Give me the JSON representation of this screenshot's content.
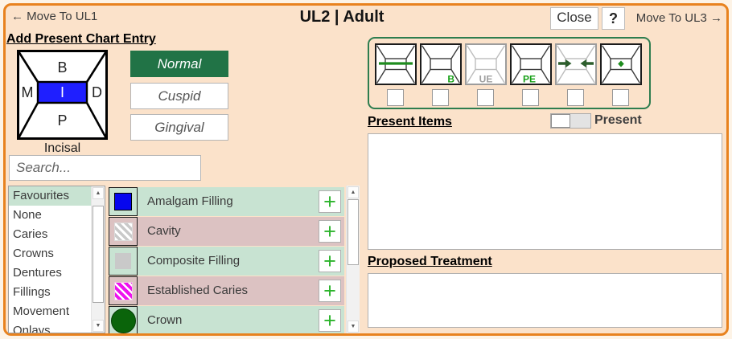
{
  "header": {
    "nav_left": {
      "arrow": "←",
      "label": "Move To UL1"
    },
    "title": "UL2 | Adult",
    "close_button": "Close",
    "help_button": "?",
    "nav_right": {
      "label": "Move To UL3",
      "arrow": "→"
    }
  },
  "add_entry": {
    "heading": "Add Present Chart Entry",
    "tooth_diagram": {
      "top": "B",
      "left": "M",
      "center": "I",
      "right": "D",
      "bottom": "P",
      "caption": "Incisal",
      "selected_surface": "I",
      "selected_color": "#1f1fff"
    },
    "type_buttons": [
      {
        "label": "Normal",
        "selected": true
      },
      {
        "label": "Cuspid",
        "selected": false
      },
      {
        "label": "Gingival",
        "selected": false
      }
    ],
    "search": {
      "placeholder": "Search..."
    },
    "categories": {
      "selected": "Favourites",
      "items": [
        "Favourites",
        "None",
        "Caries",
        "Crowns",
        "Dentures",
        "Fillings",
        "Movement",
        "Onlays"
      ]
    },
    "items": [
      {
        "label": "Amalgam Filling",
        "icon": "blue-square"
      },
      {
        "label": "Cavity",
        "icon": "gray-diagonal-stripes"
      },
      {
        "label": "Composite Filling",
        "icon": "gray-square"
      },
      {
        "label": "Established Caries",
        "icon": "magenta-diagonal-stripes"
      },
      {
        "label": "Crown",
        "icon": "green-circle"
      }
    ],
    "add_button_label": "+"
  },
  "tooth_states": {
    "buttons": [
      {
        "name": "extracted",
        "label": "",
        "disabled": false
      },
      {
        "name": "bridge",
        "label": "B",
        "disabled": false
      },
      {
        "name": "unerupted",
        "label": "UE",
        "disabled": true
      },
      {
        "name": "partially-erupted",
        "label": "PE",
        "disabled": false
      },
      {
        "name": "drifted",
        "label": "",
        "disabled": true
      },
      {
        "name": "watch",
        "label": "",
        "disabled": false
      }
    ],
    "checkboxes_checked": [
      false,
      false,
      false,
      false,
      false,
      false
    ]
  },
  "present": {
    "heading": "Present Items",
    "toggle_label": "Present",
    "toggle_on": false,
    "list_items": []
  },
  "proposed": {
    "heading": "Proposed Treatment",
    "list_items": []
  },
  "icons": {
    "scroll_up": "▲",
    "scroll_down": "▼"
  },
  "colors": {
    "window_border": "#e8821e",
    "window_bg": "#fbe2ca",
    "accent_green": "#217346",
    "row_mint": "#c8e3d2",
    "row_pink": "#dcc2c2",
    "plus_green": "#2cb42c",
    "surface_blue": "#1f1fff"
  }
}
